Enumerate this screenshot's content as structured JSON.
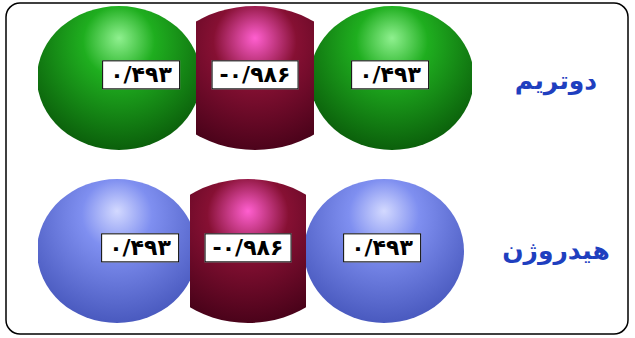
{
  "diagram": {
    "nodes": [
      {
        "text": [
          "۰/۴۹۳"
        ]
      },
      {
        "text": [
          "-۰/۹۸۶"
        ]
      },
      {
        "text": [
          "۰/۴۹۳"
        ]
      },
      {
        "text": [
          "۰/۴۹۳"
        ]
      },
      {
        "text": [
          "-۰/۹۸۶"
        ]
      },
      {
        "text": [
          "۰/۴۹۳"
        ]
      }
    ],
    "labels": [
      "دوتریم",
      "هیدروژن"
    ]
  }
}
